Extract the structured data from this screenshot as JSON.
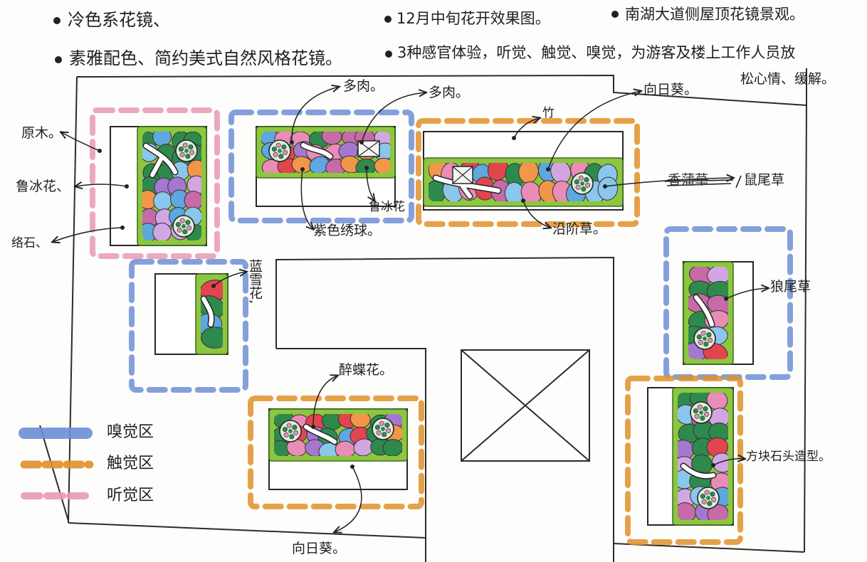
{
  "notes": {
    "color_scheme": "冷色系花镜、",
    "style": "素雅配色、简约美式自然风格花镜。",
    "bloom": "12月中旬花开效果图。",
    "senses_line1": "3种感官体验，听觉、触觉、嗅觉，为游客及楼上工作人员放",
    "senses_line2": "松心情、缓解。",
    "site": "南湖大道侧屋顶花镜景观。"
  },
  "plants": {
    "log": "原木。",
    "lupine_left": "鲁冰花、",
    "star_jasmine": "络石、",
    "succulent_a": "多肉。",
    "succulent_b": "多肉。",
    "sunflower_top": "向日葵。",
    "bamboo": "竹",
    "struck_out": "香蒲草",
    "sage": "鼠尾草",
    "lupine_mid": "鲁冰花",
    "hydrangea": "紫色绣球。",
    "ophiopogon": "沿阶草。",
    "plumbago": "蓝雪花,",
    "pennisetum": "狼尾草",
    "cleome": "醉蝶花。",
    "stone": "方块石头造型。",
    "sunflower_bottom": "向日葵。"
  },
  "legend": [
    {
      "label": "嗅觉区",
      "color": "#6e8fd6"
    },
    {
      "label": "触觉区",
      "color": "#e0902a"
    },
    {
      "label": "听觉区",
      "color": "#e89ab3"
    }
  ],
  "beds": [
    {
      "zone_color": "#e89ab3"
    },
    {
      "zone_color": "#6e8fd6"
    },
    {
      "zone_color": "#e0902a"
    },
    {
      "zone_color": "#6e8fd6"
    },
    {
      "zone_color": "#e0902a"
    },
    {
      "zone_color": "#6e8fd6"
    },
    {
      "zone_color": "#e0902a"
    }
  ],
  "colors": {
    "bed_green": "#8dc63f",
    "ink": "#262626",
    "flowers": [
      "#e98cb6",
      "#a478d0",
      "#8bc6ec",
      "#2e8a4c",
      "#e3454e",
      "#f2974a",
      "#d1a6e2",
      "#5ea7df",
      "#c76aa8",
      "#2e8a4c"
    ]
  }
}
